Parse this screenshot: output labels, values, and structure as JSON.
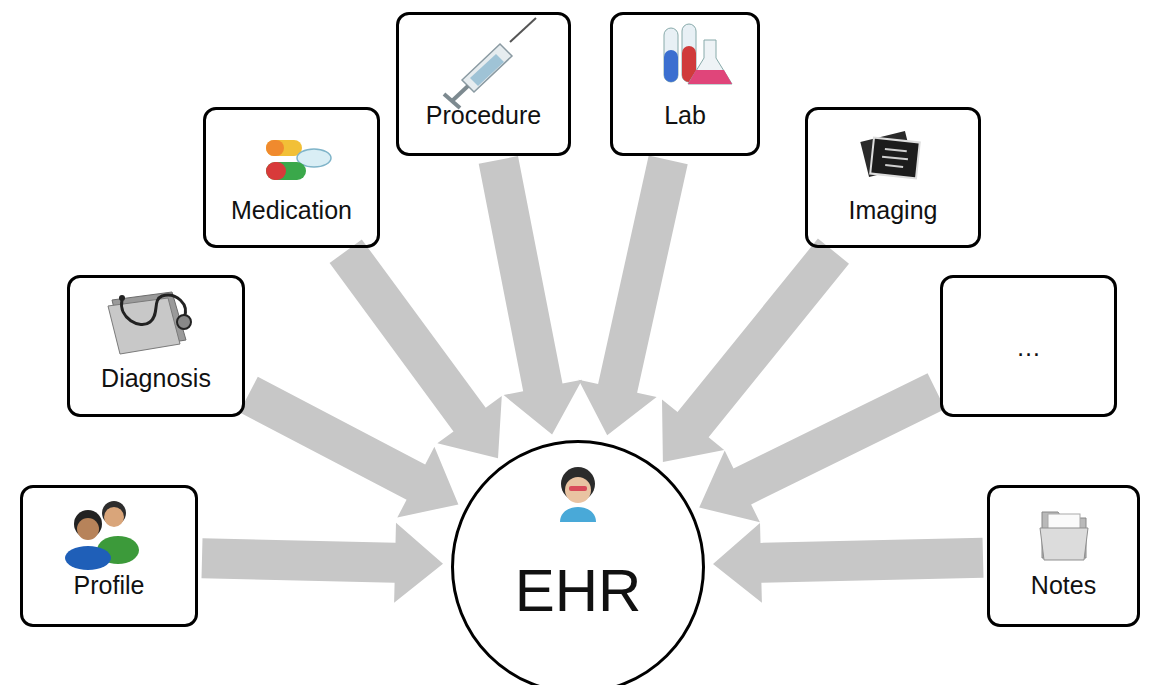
{
  "diagram": {
    "nodes": [
      {
        "text": [
          "Profile"
        ]
      },
      {
        "text": [
          "Diagnosis"
        ]
      },
      {
        "text": [
          "Medication"
        ]
      },
      {
        "text": [
          "Procedure"
        ]
      },
      {
        "text": [
          "Lab"
        ]
      },
      {
        "text": [
          "Imaging"
        ]
      },
      {
        "text": [
          "…"
        ]
      },
      {
        "text": [
          "Notes"
        ]
      },
      {
        "text": [
          "EHR"
        ]
      }
    ],
    "edges": [
      {
        "from": 0,
        "to": 8,
        "arrow": "to"
      },
      {
        "from": 1,
        "to": 8,
        "arrow": "to"
      },
      {
        "from": 2,
        "to": 8,
        "arrow": "to"
      },
      {
        "from": 3,
        "to": 8,
        "arrow": "to"
      },
      {
        "from": 4,
        "to": 8,
        "arrow": "to"
      },
      {
        "from": 5,
        "to": 8,
        "arrow": "to"
      },
      {
        "from": 6,
        "to": 8,
        "arrow": "to"
      },
      {
        "from": 7,
        "to": 8,
        "arrow": "to"
      }
    ]
  }
}
